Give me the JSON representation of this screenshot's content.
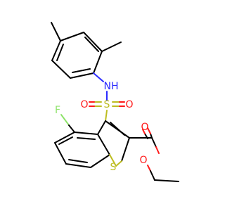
{
  "atoms": {
    "nitrogen_label": "NH",
    "sulfur_sulfonyl": "S",
    "oxygen_left": "O",
    "oxygen_right": "O",
    "fluorine": "F",
    "sulfur_ring": "S",
    "oxygen_carbonyl": "O",
    "oxygen_ester": "O"
  },
  "colors": {
    "carbon_bond": "#000000",
    "nitrogen": "#2b2bff",
    "oxygen": "#ff1a1a",
    "sulfur": "#bdbd21",
    "fluorine": "#8fe36b"
  }
}
